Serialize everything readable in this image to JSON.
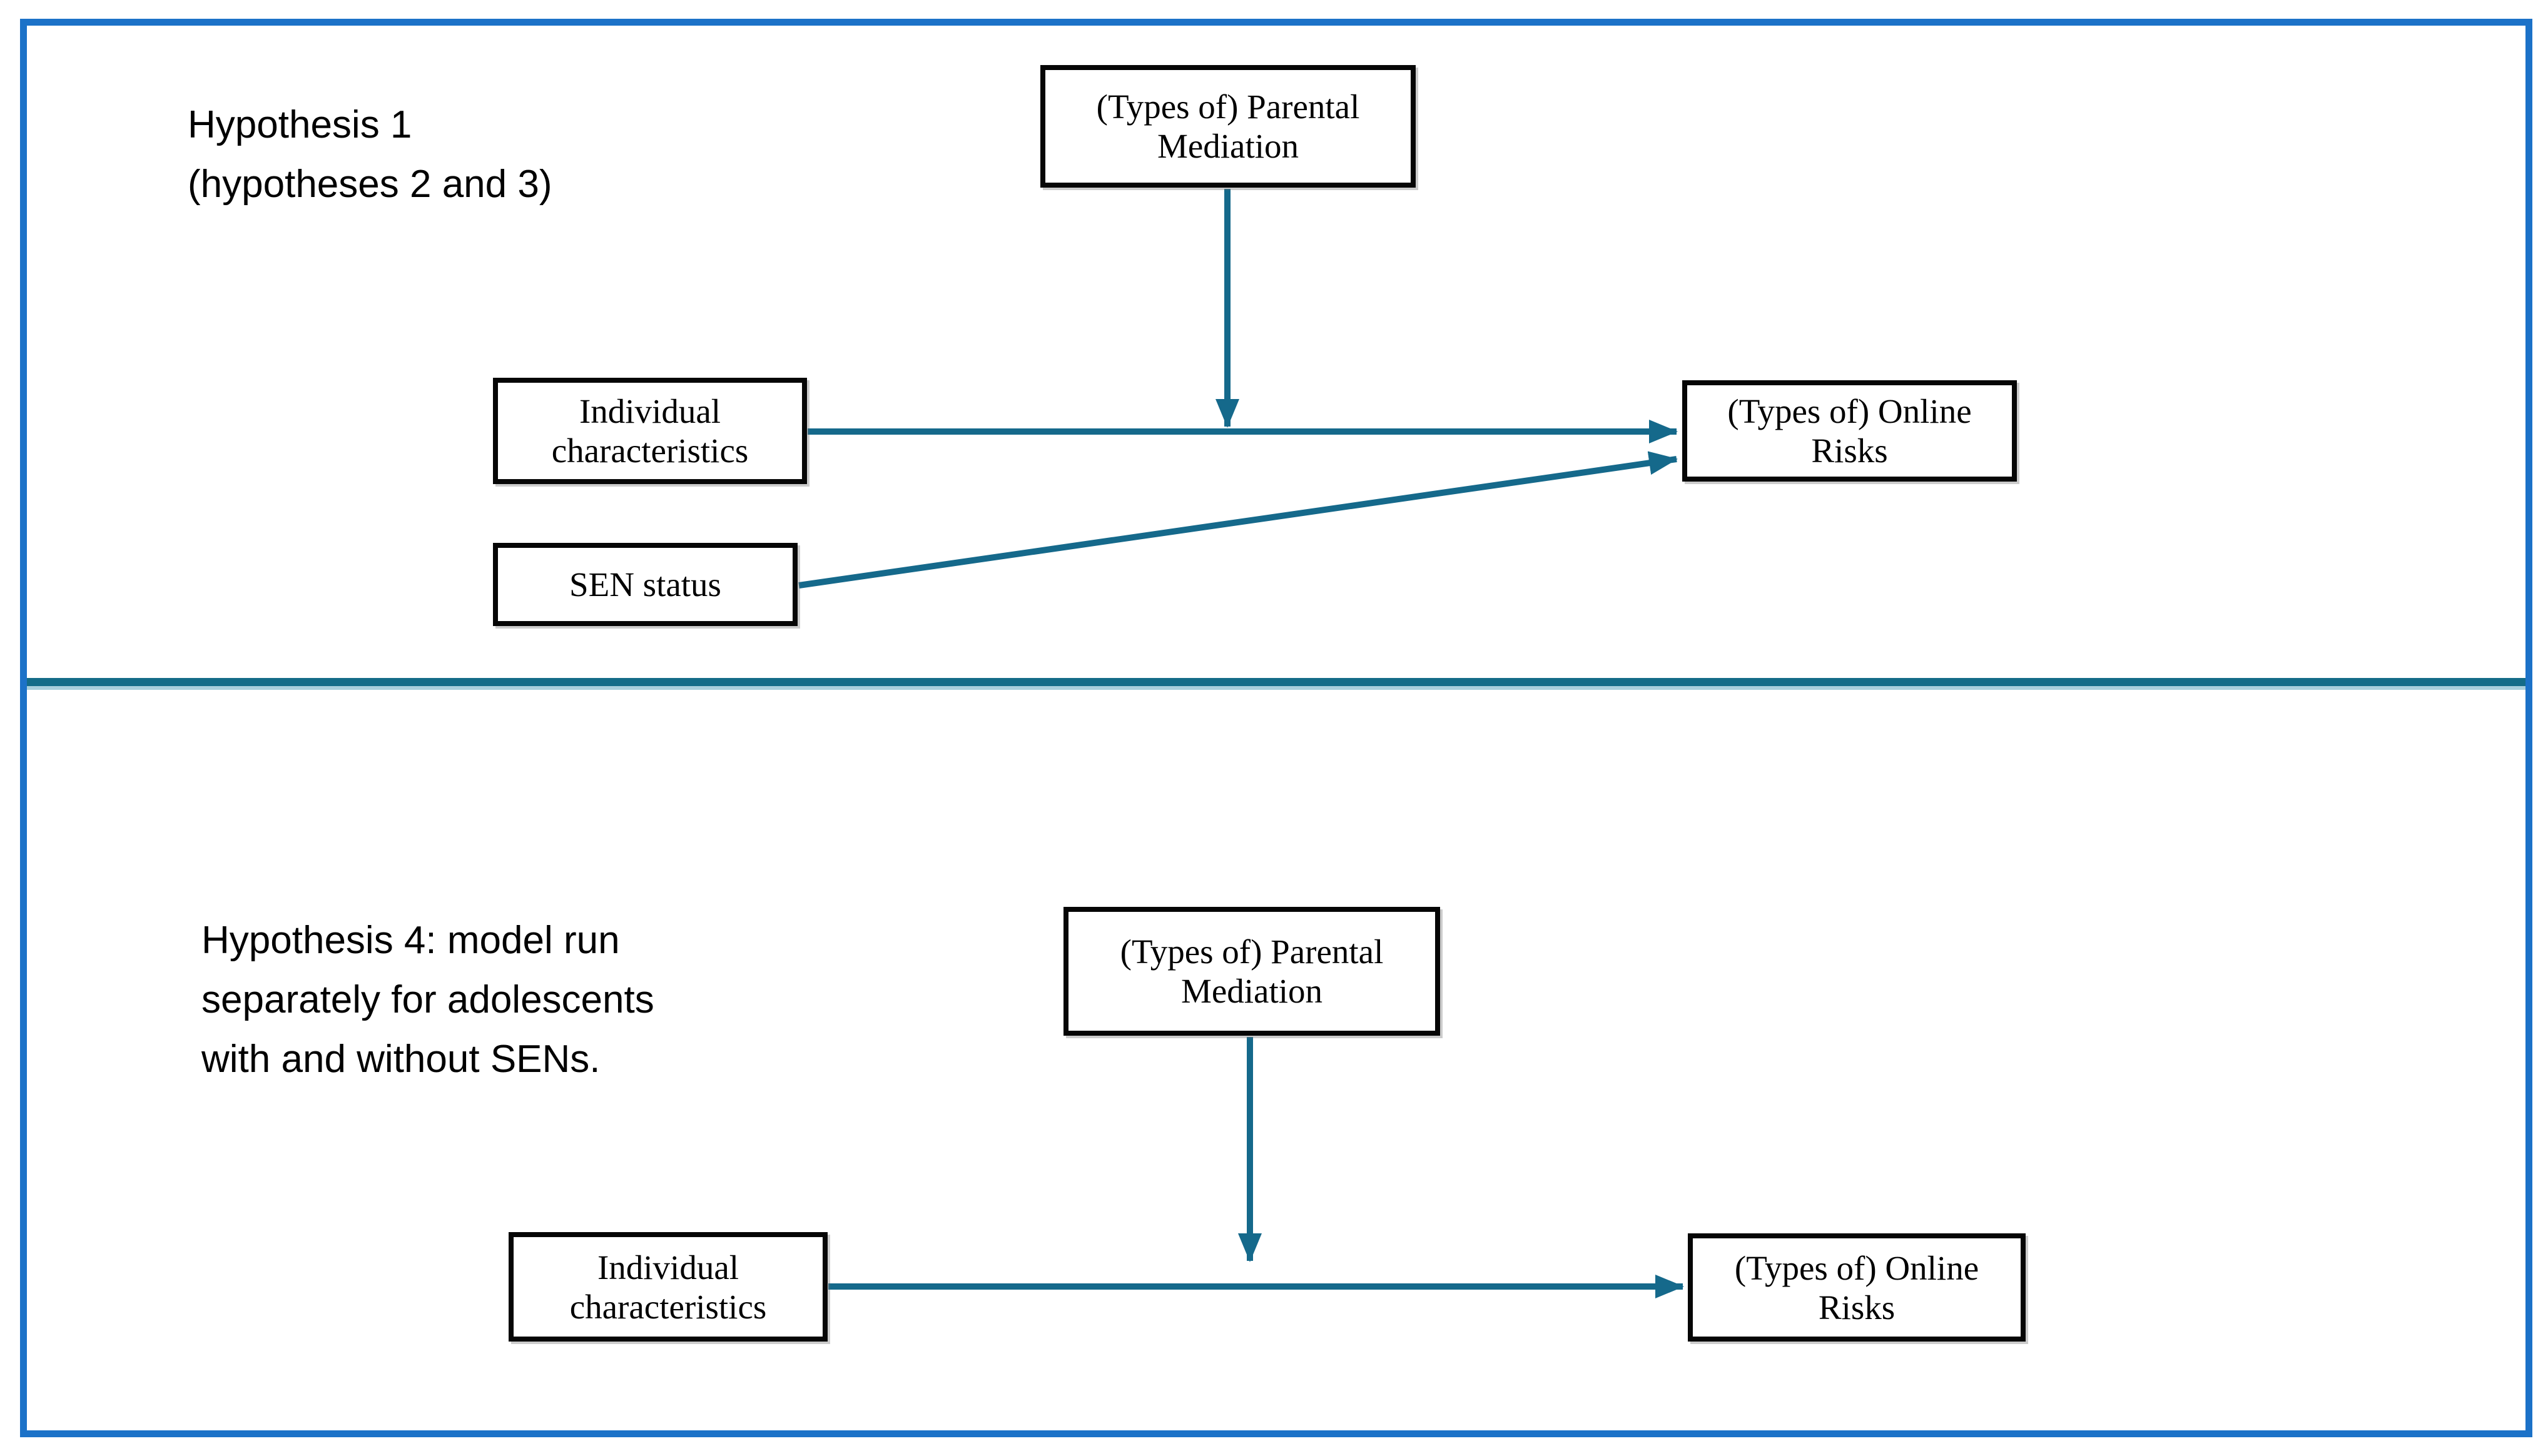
{
  "panels": {
    "top": {
      "label_lines": [
        "Hypothesis 1",
        "(hypotheses 2 and 3)"
      ],
      "boxes": {
        "parental_mediation": "(Types of) Parental Mediation",
        "individual_characteristics": "Individual characteristics",
        "sen_status": "SEN status",
        "online_risks": "(Types of) Online Risks"
      },
      "arrows": [
        {
          "from": "parental_mediation",
          "to": "individual_characteristics_online_risks_path",
          "style": "vertical-moderation"
        },
        {
          "from": "individual_characteristics",
          "to": "online_risks",
          "style": "horizontal-direct"
        },
        {
          "from": "sen_status",
          "to": "online_risks",
          "style": "diagonal-direct"
        }
      ]
    },
    "bottom": {
      "label_lines": [
        "Hypothesis 4: model run",
        "separately for adolescents",
        "with and without SENs."
      ],
      "boxes": {
        "parental_mediation": "(Types of) Parental Mediation",
        "individual_characteristics": "Individual characteristics",
        "online_risks": "(Types of) Online Risks"
      },
      "arrows": [
        {
          "from": "parental_mediation",
          "to": "individual_characteristics_online_risks_path",
          "style": "vertical-moderation"
        },
        {
          "from": "individual_characteristics",
          "to": "online_risks",
          "style": "horizontal-direct"
        }
      ]
    }
  },
  "colors": {
    "outer_border": "#1C72C8",
    "separator": "#146C88",
    "separator_underglow": "#A9CFDC",
    "arrow": "#15698B",
    "box_border": "#060606",
    "box_fill": "#FFFFFF",
    "text": "#000000",
    "background": "#FFFFFF"
  }
}
